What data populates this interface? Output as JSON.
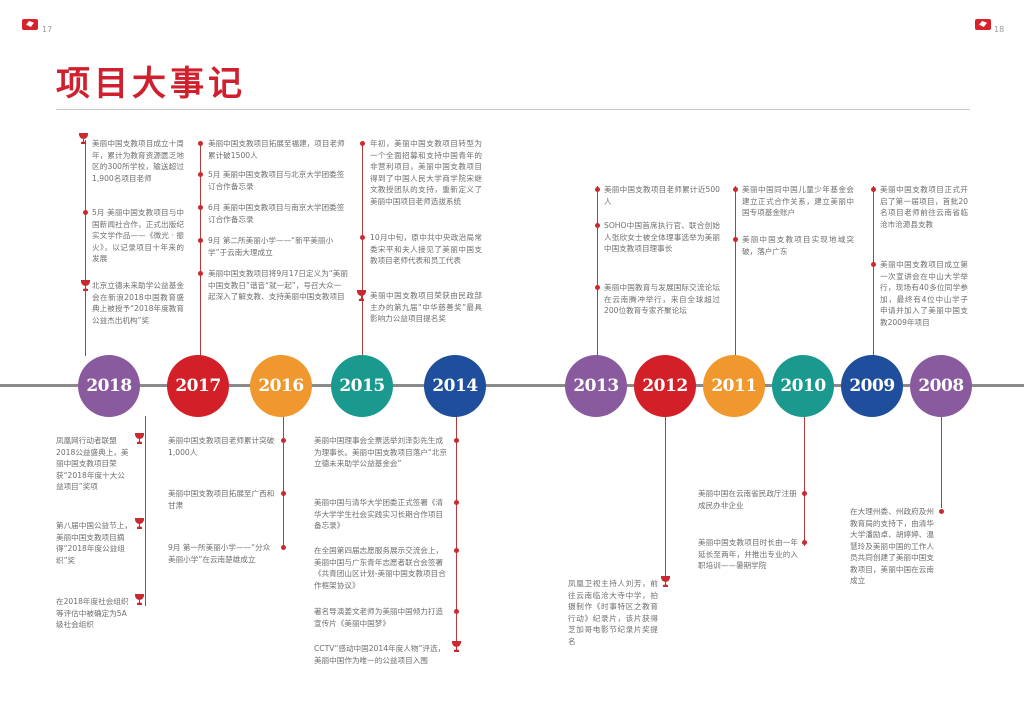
{
  "header": {
    "page_left": "17",
    "page_right": "18",
    "title": "项目大事记"
  },
  "colors": {
    "accent": "#d0202e",
    "purple": "#8a5a9e",
    "red": "#d32028",
    "orange": "#f0972e",
    "teal": "#1a9a8e",
    "navy": "#1e4e9c"
  },
  "years": {
    "y2018": "2018",
    "y2017": "2017",
    "y2016": "2016",
    "y2015": "2015",
    "y2014": "2014",
    "y2013": "2013",
    "y2012": "2012",
    "y2011": "2011",
    "y2010": "2010",
    "y2009": "2009",
    "y2008": "2008"
  },
  "top": {
    "y2018": [
      "美丽中国支教项目成立十周年，累计为教育资源匮乏地区的300所学校，输送超过1,900名项目老师",
      "5月 美丽中国支教项目与中国新闻社合作，正式出版纪实文学作品——《微光 · 振火》，以记录项目十年来的发展",
      "北京立德未来助学公益基金会在新浪2018中国教育盛典上被授予“2018年度教育公益杰出机构”奖"
    ],
    "y2017": [
      "美丽中国支教项目拓展至福建，项目老师累计破1500人",
      "5月 美丽中国支教项目与北京大学团委签订合作备忘录",
      "6月 美丽中国支教项目与南京大学团委签订合作备忘录",
      "9月 第二所美丽小学——“新平美丽小学”于云南大理成立",
      "美丽中国支教项目将9月17日定义为“美丽中国支教日”谐音“就一起”，号召大众一起深入了解支教、支持美丽中国支教项目"
    ],
    "y2015": [
      "年初，美丽中国支教项目转型为一个全面招募和支持中国青年的非营利项目，美丽中国支教项目得到了中国人民大学商学院宋继文教授团队的支持，重新定义了美丽中国项目老师选拔系统",
      "10月中旬，原中共中央政治局常委宋平和夫人接见了美丽中国支教项目老师代表和员工代表",
      "美丽中国支教项目荣获由民政部主办的第九届“中华慈善奖”最具影响力公益项目提名奖"
    ],
    "y2013": [
      "美丽中国支教项目老师累计近500人",
      "SOHO中国首席执行官、联合创始人张欣女士被全体理事选举为美丽中国支教项目理事长",
      "美丽中国教育与发展国际交流论坛在云南腾冲举行，来自全球超过200位教育专家齐聚论坛"
    ],
    "y2011": [
      "美丽中国同中国儿童少年基金会建立正式合作关系，建立美丽中国专项基金账户",
      "美丽中国支教项目实现地域突破，落户广东"
    ],
    "y2009": [
      "美丽中国支教项目正式开启了第一届项目，首批20名项目老师前往云南省临沧市沧源县支教",
      "美丽中国支教项目成立第一次宣讲会在中山大学举行，现场有40多位同学参加，最终有4位中山学子申请并加入了美丽中国支教2009年项目"
    ]
  },
  "bottom": {
    "y2018": [
      "凤凰网行动者联盟2018公益盛典上，美丽中国支教项目荣获“2018年度十大公益项目”奖项",
      "第八届中国公益节上，美丽中国支教项目摘得“2018年度公益组织”奖",
      "在2018年度社会组织等评估中被确定为5A级社会组织"
    ],
    "y2016": [
      "美丽中国支教项目老师累计突破1,000人",
      "美丽中国支教项目拓展至广西和甘肃",
      "9月 第一所美丽小学——“分众美丽小学”在云南楚雄成立"
    ],
    "y2014": [
      "美丽中国理事会全票选举刘泽彭先生成为理事长。美丽中国支教项目落户“北京立德未来助学公益基金会”",
      "美丽中国与清华大学团委正式签署《清华大学学生社会实践实习长期合作项目备忘录》",
      "在全国第四届志愿服务展示交流会上，美丽中国与广东青年志愿者联合会签署《共青团山区计划-美丽中国支教项目合作框架协议》",
      "著名导演姜文老师为美丽中国倾力打造宣传片《美丽中国梦》",
      "CCTV“感动中国2014年度人物”评选，美丽中国作为唯一的公益项目入围"
    ],
    "y2012": [
      "凤凰卫视主持人刘芳，前往云南临沧大寺中学，拍摄制作《时事特区之教育行动》纪录片，该片获得芝加哥电影节纪录片奖提名"
    ],
    "y2010": [
      "美丽中国在云南省民政厅注册成民办非企业",
      "美丽中国支教项目时长由一年延长至两年，并推出专业的入职培训——暑期学院"
    ],
    "y2008": [
      "在大理州委、州政府及州教育局的支持下，由清华大学潘励卓、胡婷婷、温慧玲及美丽中国的工作人员共同创建了美丽中国支教项目，美丽中国在云南成立"
    ]
  }
}
